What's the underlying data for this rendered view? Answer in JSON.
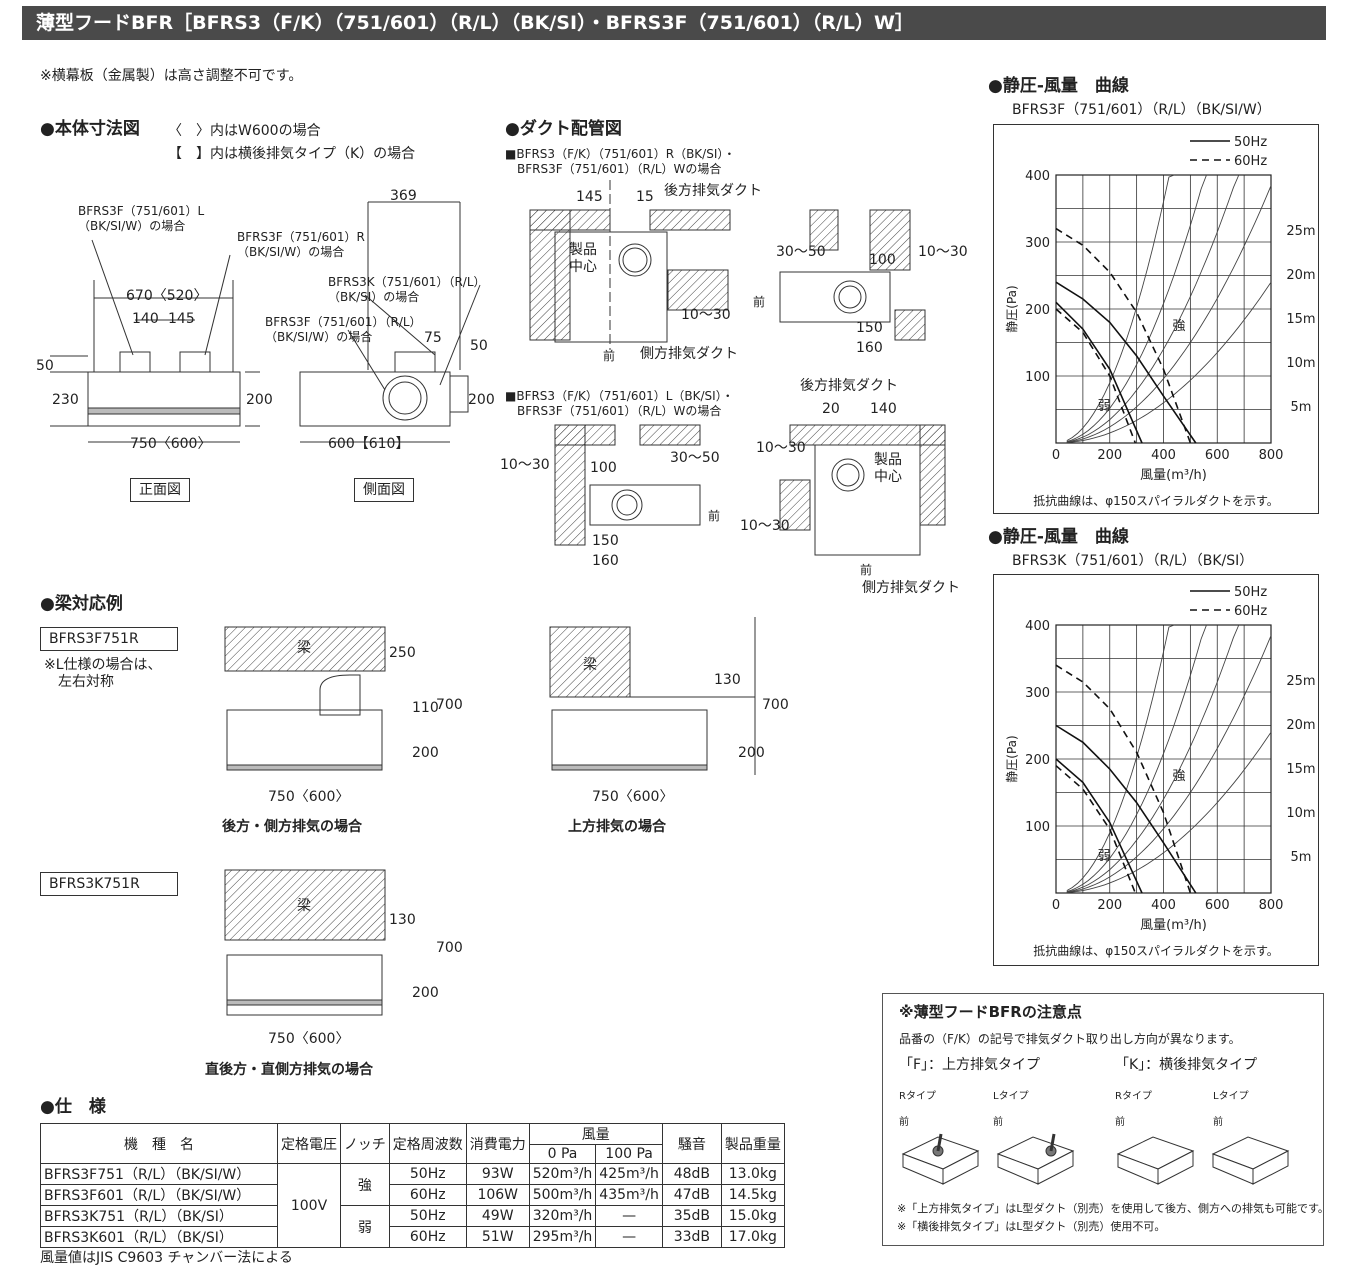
{
  "header": {
    "title": "薄型フードBFR［BFRS3（F/K）（751/601）（R/L）（BK/SI）・BFRS3F（751/601）（R/L）W］"
  },
  "top_note": "※横幕板（金属製）は高さ調整不可です。",
  "dims": {
    "title": "●本体寸法図",
    "note1": "〈　〉内はW600の場合",
    "note2": "【　】内は横後排気タイプ（K）の場合",
    "front_label": "正面図",
    "side_label": "側面図",
    "callout1": "BFRS3F（751/601）L\n（BK/SI/W）の場合",
    "callout2": "BFRS3F（751/601）R\n（BK/SI/W）の場合",
    "callout3": "BFRS3K（751/601）（R/L）\n（BK/SI）の場合",
    "callout4": "BFRS3F（751/601）（R/L）\n（BK/SI/W）の場合",
    "d670": "670〈520〉",
    "d140": "140",
    "d145": "145",
    "d50": "50",
    "d230": "230",
    "d200": "200",
    "d750": "750〈600〉",
    "d369": "369",
    "d75": "75",
    "d50b": "50",
    "d200b": "200",
    "d600": "600【610】"
  },
  "duct": {
    "title": "●ダクト配管図",
    "caseR": "■BFRS3（F/K）（751/601）R（BK/SI）・\n　BFRS3F（751/601）（R/L）Wの場合",
    "caseL": "■BFRS3（F/K）（751/601）L（BK/SI）・\n　BFRS3F（751/601）（R/L）Wの場合",
    "rear_duct": "後方排気ダクト",
    "side_duct": "側方排気ダクト",
    "center": "製品\n中心",
    "front": "前",
    "d145": "145",
    "d15": "15",
    "d10_30": "10〜30",
    "d30_50": "30〜50",
    "d100": "100",
    "d150": "150",
    "d160": "160",
    "d20": "20",
    "d140": "140"
  },
  "beam": {
    "title": "●梁対応例",
    "model1": "BFRS3F751R",
    "model1_note": "※L仕様の場合は、\n　左右対称",
    "model2": "BFRS3K751R",
    "beam_label": "梁",
    "d250": "250",
    "d110": "110",
    "d200": "200",
    "d700": "700",
    "d130": "130",
    "d750": "750〈600〉",
    "cap1": "後方・側方排気の場合",
    "cap2": "上方排気の場合",
    "cap3": "直後方・直側方排気の場合"
  },
  "curves": [
    {
      "title": "●静圧-風量　曲線",
      "model": "BFRS3F（751/601）（R/L）（BK/SI/W）"
    },
    {
      "title": "●静圧-風量　曲線",
      "model": "BFRS3K（751/601）（R/L）（BK/SI）"
    }
  ],
  "curve_common": {
    "legend_50": "50Hz",
    "legend_60": "60Hz",
    "ylabel": "静圧(Pa)",
    "xlabel": "風量(m³/h)",
    "strong": "強",
    "weak": "弱",
    "resistance_labels": [
      "25m",
      "20m",
      "15m",
      "10m",
      "5m"
    ],
    "footnote": "抵抗曲線は、φ150スパイラルダクトを示す。",
    "xticks": [
      "0",
      "200",
      "400",
      "600",
      "800"
    ],
    "yticks": [
      "400",
      "300",
      "200",
      "100"
    ]
  },
  "chart_data": [
    {
      "type": "line",
      "title": "●静圧-風量　曲線",
      "subtitle": "BFRS3F（751/601）（R/L）（BK/SI/W）",
      "xlabel": "風量(m³/h)",
      "ylabel": "静圧(Pa)",
      "xlim": [
        0,
        800
      ],
      "ylim": [
        0,
        400
      ],
      "grid": true,
      "legend": "top-right",
      "series": [
        {
          "name": "50Hz",
          "x": [
            0,
            100,
            200,
            300,
            400,
            520
          ],
          "y": [
            240,
            215,
            180,
            130,
            70,
            0
          ]
        },
        {
          "name": "60Hz",
          "x": [
            0,
            100,
            200,
            300,
            400,
            500
          ],
          "y": [
            320,
            295,
            255,
            195,
            110,
            0
          ]
        },
        {
          "name": "50Hz",
          "x": [
            0,
            100,
            200,
            320
          ],
          "y": [
            210,
            170,
            110,
            0
          ]
        },
        {
          "name": "60Hz",
          "x": [
            0,
            100,
            200,
            295
          ],
          "y": [
            200,
            165,
            100,
            0
          ]
        }
      ]
    },
    {
      "type": "line",
      "title": "●静圧-風量　曲線",
      "subtitle": "BFRS3K（751/601）（R/L）（BK/SI）",
      "xlabel": "風量(m³/h)",
      "ylabel": "静圧(Pa)",
      "xlim": [
        0,
        800
      ],
      "ylim": [
        0,
        400
      ],
      "grid": true,
      "legend": "top-right",
      "series": [
        {
          "name": "50Hz",
          "x": [
            0,
            100,
            200,
            300,
            400,
            520
          ],
          "y": [
            250,
            225,
            185,
            135,
            75,
            0
          ]
        },
        {
          "name": "60Hz",
          "x": [
            0,
            100,
            200,
            300,
            400,
            500
          ],
          "y": [
            340,
            315,
            275,
            210,
            120,
            0
          ]
        },
        {
          "name": "50Hz",
          "x": [
            0,
            100,
            200,
            320
          ],
          "y": [
            200,
            165,
            105,
            0
          ]
        },
        {
          "name": "60Hz",
          "x": [
            0,
            100,
            200,
            295
          ],
          "y": [
            190,
            155,
            95,
            0
          ]
        }
      ]
    }
  ],
  "cautions": {
    "title": "※薄型フードBFRの注意点",
    "line1": "品番の（F/K）の記号で排気ダクト取り出し方向が異なります。",
    "f_type": "「F」：上方排気タイプ",
    "k_type": "「K」：横後排気タイプ",
    "r_type": "Rタイプ",
    "l_type": "Lタイプ",
    "front": "前",
    "foot1": "※「上方排気タイプ」はL型ダクト（別売）を使用して後方、側方への排気も可能です。",
    "foot2": "※「横後排気タイプ」はL型ダクト（別売）使用不可。"
  },
  "spec": {
    "title": "●仕　様",
    "headers": {
      "model": "機　種　名",
      "voltage": "定格電圧",
      "notch": "ノッチ",
      "freq": "定格周波数",
      "power": "消費電力",
      "airflow": "風量",
      "pa0": "0 Pa",
      "pa100": "100 Pa",
      "noise": "騒音",
      "weight": "製品重量"
    },
    "models": [
      "BFRS3F751（R/L）（BK/SI/W）",
      "BFRS3F601（R/L）（BK/SI/W）",
      "BFRS3K751（R/L）（BK/SI）",
      "BFRS3K601（R/L）（BK/SI）"
    ],
    "voltage": "100V",
    "notch_strong": "強",
    "notch_weak": "弱",
    "rows": [
      {
        "freq": "50Hz",
        "power": "93W",
        "pa0": "520m³/h",
        "pa100": "425m³/h",
        "noise": "48dB"
      },
      {
        "freq": "60Hz",
        "power": "106W",
        "pa0": "500m³/h",
        "pa100": "435m³/h",
        "noise": "47dB"
      },
      {
        "freq": "50Hz",
        "power": "49W",
        "pa0": "320m³/h",
        "pa100": "—",
        "noise": "35dB"
      },
      {
        "freq": "60Hz",
        "power": "51W",
        "pa0": "295m³/h",
        "pa100": "—",
        "noise": "33dB"
      }
    ],
    "weights": [
      "13.0kg",
      "14.5kg",
      "15.0kg",
      "17.0kg"
    ],
    "footnote": "風量値はJIS C9603 チャンバー法による"
  }
}
